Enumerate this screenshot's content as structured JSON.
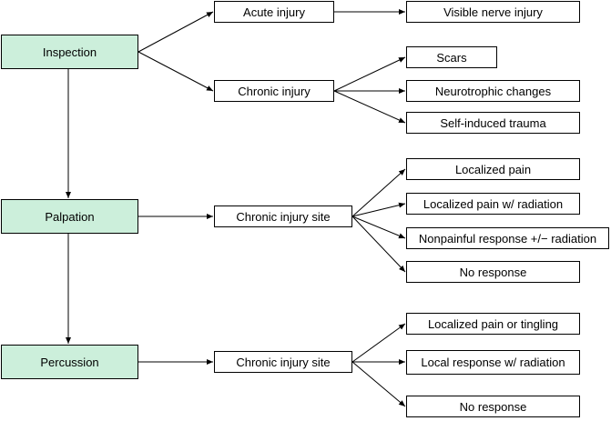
{
  "steps": {
    "inspection": "Inspection",
    "palpation": "Palpation",
    "percussion": "Percussion"
  },
  "inspection": {
    "acute": "Acute injury",
    "chronic": "Chronic injury",
    "acute_results": [
      "Visible nerve injury"
    ],
    "chronic_results": [
      "Scars",
      "Neurotrophic changes",
      "Self-induced trauma"
    ]
  },
  "palpation": {
    "site": "Chronic injury site",
    "results": [
      "Localized pain",
      "Localized pain w/ radiation",
      "Nonpainful response +/− radiation",
      "No response"
    ]
  },
  "percussion": {
    "site": "Chronic injury site",
    "results": [
      "Localized pain or tingling",
      "Local response w/ radiation",
      "No response"
    ]
  },
  "colors": {
    "main_box_fill": "#ccefdb",
    "box_border": "#000000",
    "arrow": "#000000"
  }
}
